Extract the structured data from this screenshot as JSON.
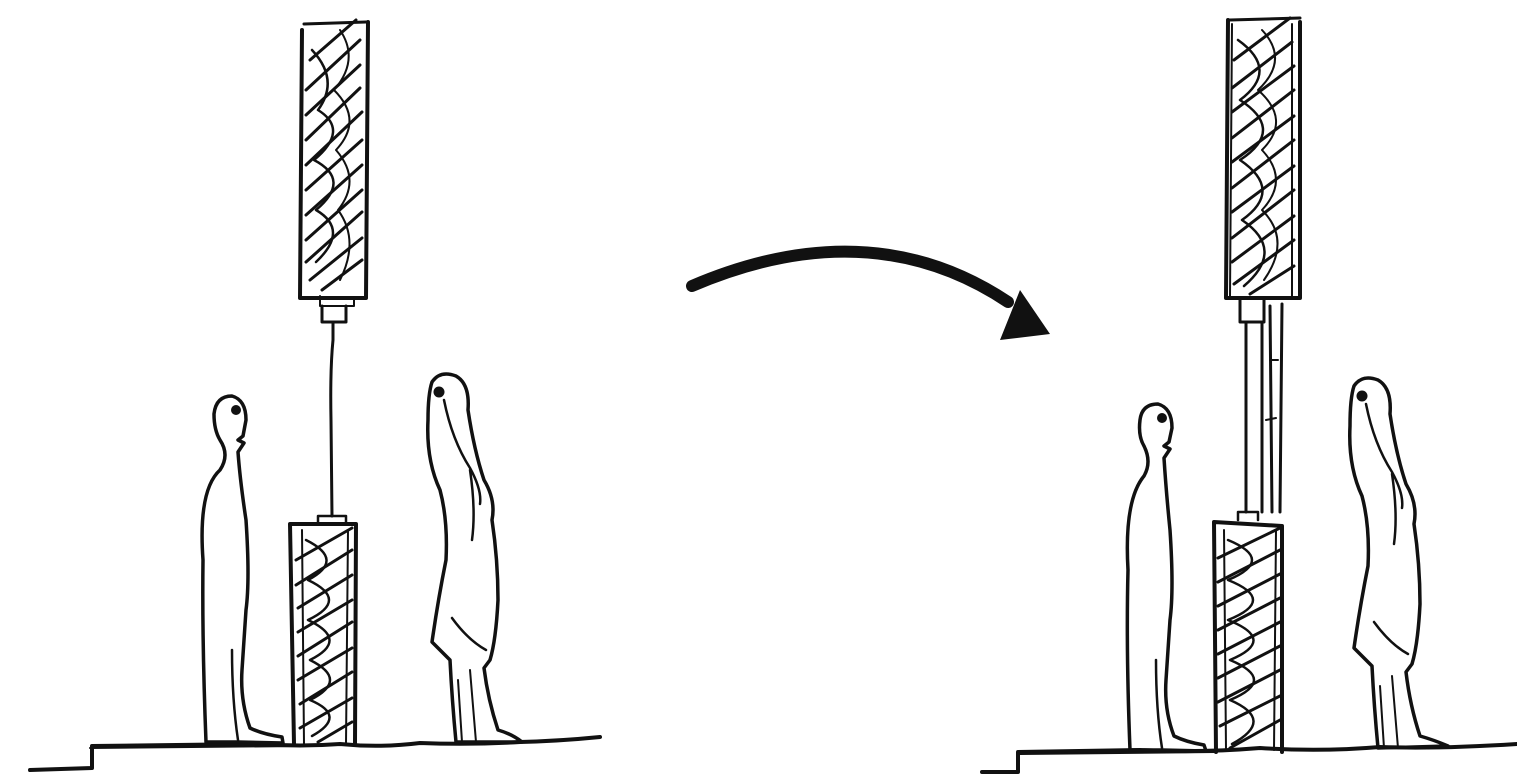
{
  "figure": {
    "ink_color": "#111111",
    "background_color": "#ffffff",
    "panels": [
      {
        "state": "before",
        "elements": [
          "upper-block",
          "connector-cable",
          "lower-block",
          "person-left",
          "person-right",
          "ground-step"
        ]
      },
      {
        "state": "after",
        "elements": [
          "upper-block",
          "telescopic-mast",
          "lower-block",
          "person-left",
          "person-right",
          "ground-step"
        ]
      }
    ],
    "transition_icon": "curved-arrow-icon"
  }
}
